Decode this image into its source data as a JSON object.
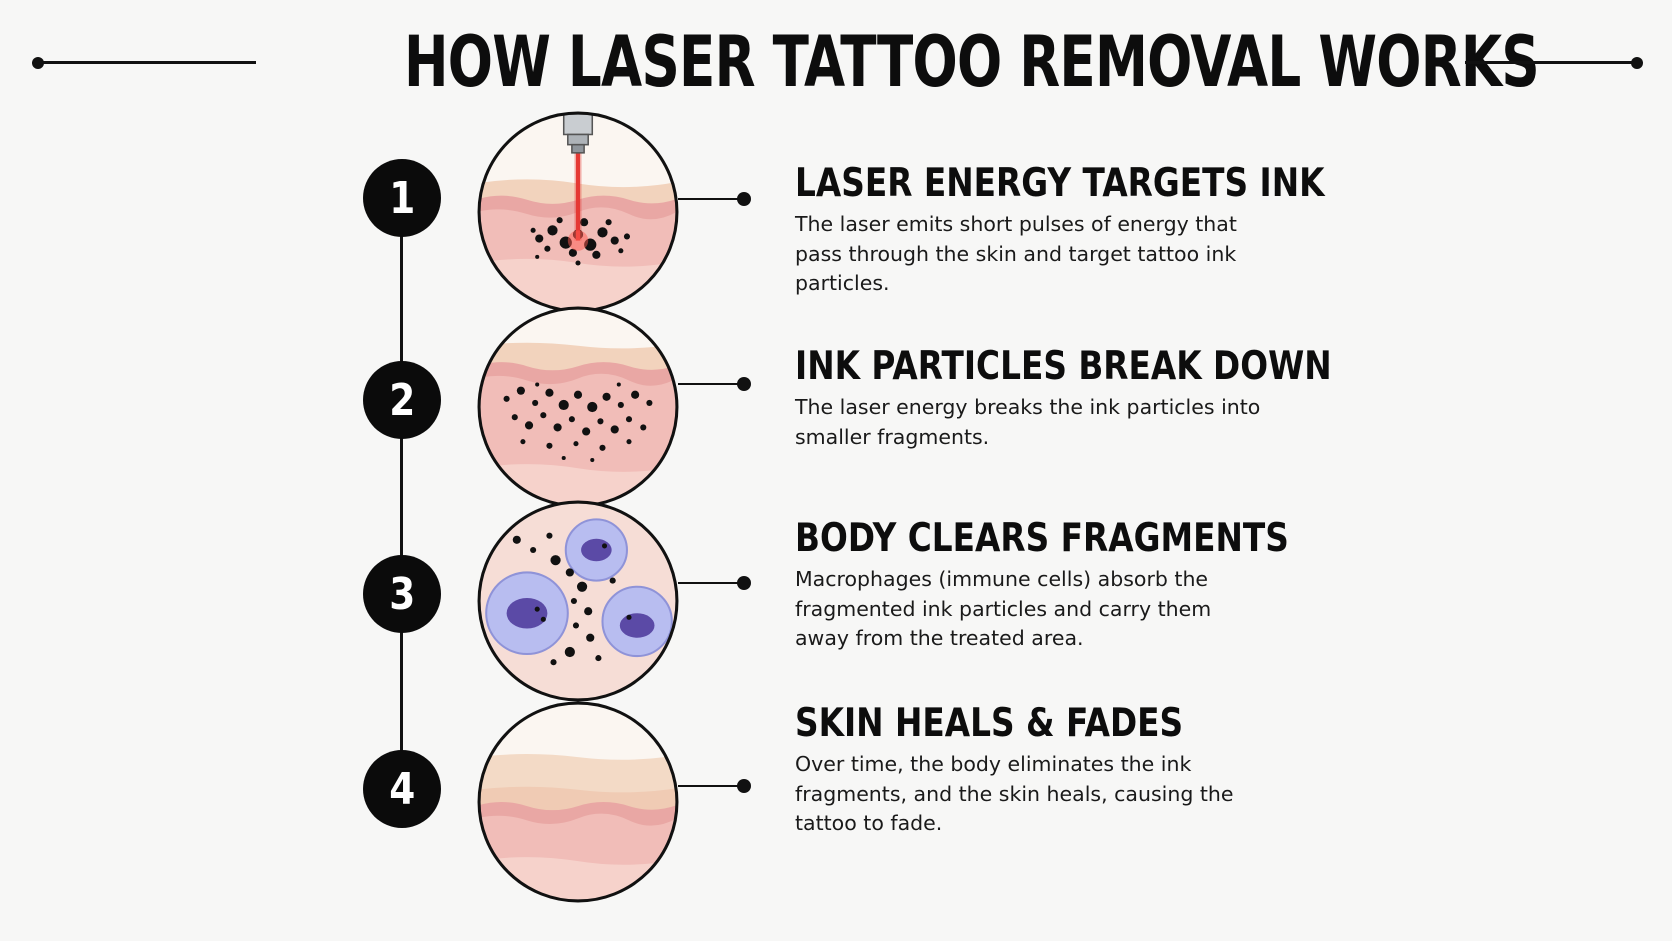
{
  "title": "HOW LASER TATTOO REMOVAL WORKS",
  "colors": {
    "ink": "#111111",
    "skin_top": "#f2d3bd",
    "dermis": "#e9a7a4",
    "tissue": "#f4c6c0",
    "laser": "#e53935",
    "macrophage": "#8f93d8",
    "macrophage_nucleus": "#5b4aa6"
  },
  "steps": [
    {
      "number": "1",
      "heading": "LASER ENERGY TARGETS INK",
      "description": "The laser emits short pulses of energy that pass through the skin and target tattoo ink particles.",
      "illustration": "laser-beam-skin-icon"
    },
    {
      "number": "2",
      "heading": "INK PARTICLES BREAK DOWN",
      "description": "The laser energy breaks the ink particles into smaller fragments.",
      "illustration": "ink-fragments-icon"
    },
    {
      "number": "3",
      "heading": "BODY CLEARS FRAGMENTS",
      "description": "Macrophages (immune cells) absorb the fragmented ink particles and carry them away from the treated area.",
      "illustration": "macrophage-cells-icon"
    },
    {
      "number": "4",
      "heading": "SKIN HEALS & FADES",
      "description": "Over time, the body eliminates the ink fragments, and the skin heals, causing the tattoo to fade.",
      "illustration": "healed-skin-icon"
    }
  ]
}
